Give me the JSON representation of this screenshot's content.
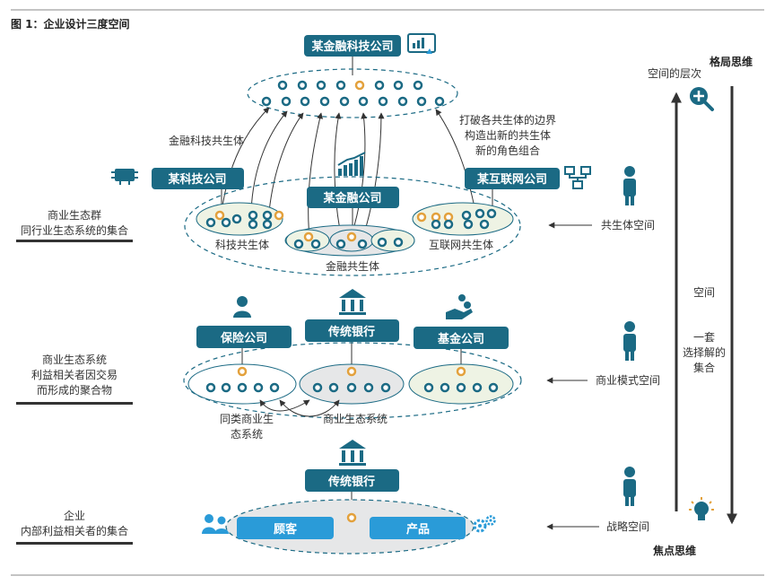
{
  "figure": {
    "title": "图 1：企业设计三度空间"
  },
  "top": {
    "box": "某金融科技公司",
    "note_line1": "打破各共生体的边界",
    "note_line2": "构造出新的共生体",
    "note_line3": "新的角色组合",
    "left_note": "金融科技共生体"
  },
  "symbiont": {
    "tech_box": "某科技公司",
    "finance_box": "某金融公司",
    "internet_box": "某互联网公司",
    "tech_label": "科技共生体",
    "finance_label": "金融共生体",
    "internet_label": "互联网共生体"
  },
  "business": {
    "insurance_box": "保险公司",
    "bank_box": "传统银行",
    "fund_box": "基金公司",
    "same_type_line1": "同类商业生",
    "same_type_line2": "态系统",
    "eco_label": "商业生态系统"
  },
  "enterprise": {
    "bank_box": "传统银行",
    "customer_box": "顾客",
    "product_box": "产品"
  },
  "left_labels": {
    "group_line1": "商业生态群",
    "group_line2": "同行业生态系统的集合",
    "eco_line1": "商业生态系统",
    "eco_line2": "利益相关者因交易",
    "eco_line3": "而形成的聚合物",
    "ent_line1": "企业",
    "ent_line2": "内部利益相关者的集合"
  },
  "right_labels": {
    "pattern_thinking": "格局思维",
    "space_level": "空间的层次",
    "symbiont_space": "共生体空间",
    "space": "空间",
    "set_line1": "一套",
    "set_line2": "选择解的",
    "set_line3": "集合",
    "business_space": "商业模式空间",
    "strategy_space": "战略空间",
    "focus_thinking": "焦点思维"
  },
  "icons": {
    "chart_screen": "chart-screen-icon",
    "chip": "chip-icon",
    "bar_chart": "bar-chart-icon",
    "network": "network-icon",
    "person": "person-icon",
    "bank": "bank-icon",
    "money_hand": "money-hand-icon",
    "users": "users-icon",
    "gears": "gears-icon",
    "magnifier": "magnifier-plus-icon",
    "lightbulb": "lightbulb-icon"
  },
  "colors": {
    "box": "#1b6a84",
    "blue_box": "#2a9bd8",
    "dot": "#1b6a84",
    "dot_accent": "#e3a13c",
    "dashed": "#1b6a84",
    "green_fill": "#eef3e4",
    "gray_fill": "#e6e7e8",
    "dark_bar": "#333333"
  }
}
